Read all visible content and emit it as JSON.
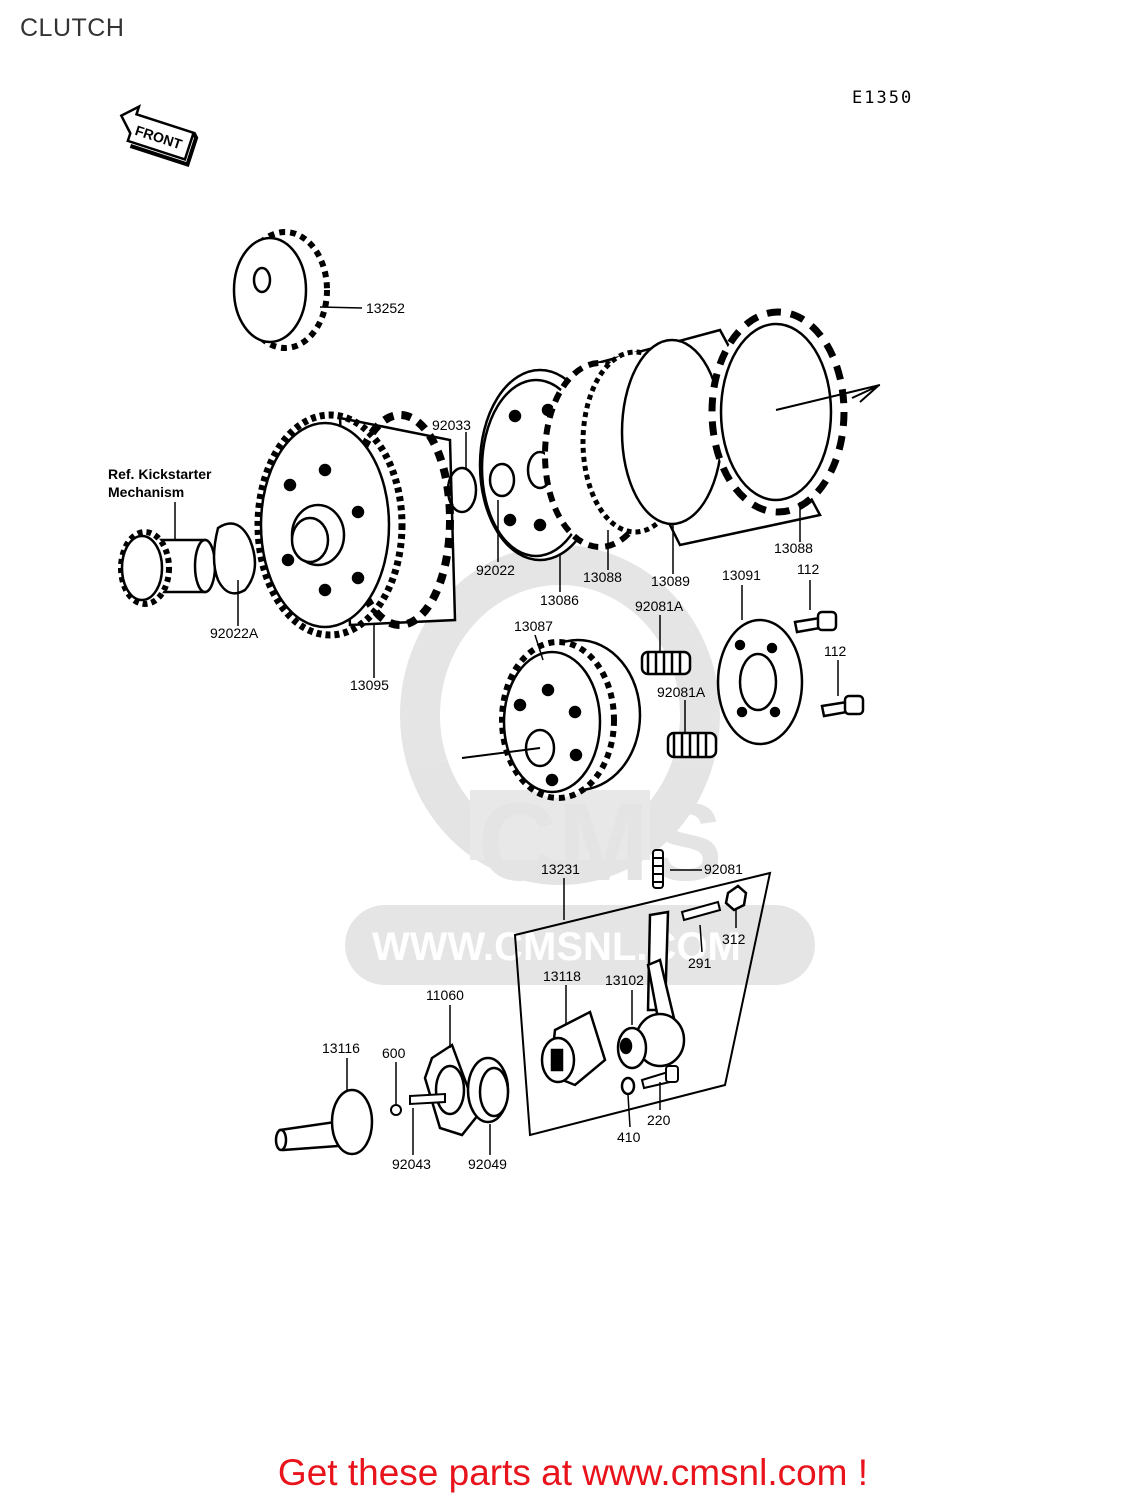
{
  "header": {
    "title": "CLUTCH",
    "drawing_code": "E1350"
  },
  "direction_marker": {
    "label": "FRONT"
  },
  "reference_note": {
    "line1": "Ref. Kickstarter",
    "line2": "Mechanism"
  },
  "parts": [
    "13252",
    "92033",
    "92022",
    "13086",
    "13088",
    "13089",
    "13088",
    "13095",
    "92022A",
    "13087",
    "92081A",
    "92081A",
    "13091",
    "112",
    "112",
    "13231",
    "92081",
    "312",
    "291",
    "13118",
    "13102",
    "11060",
    "13116",
    "600",
    "92043",
    "92049",
    "410",
    "220"
  ],
  "watermark": {
    "text": "WWW.CMSNL.COM",
    "logo": "CMS"
  },
  "footer": {
    "text": "Get these parts at www.cmsnl.com !"
  },
  "colors": {
    "footer": "#e8131b",
    "watermark": "#cfcfcf",
    "ink": "#000000"
  }
}
